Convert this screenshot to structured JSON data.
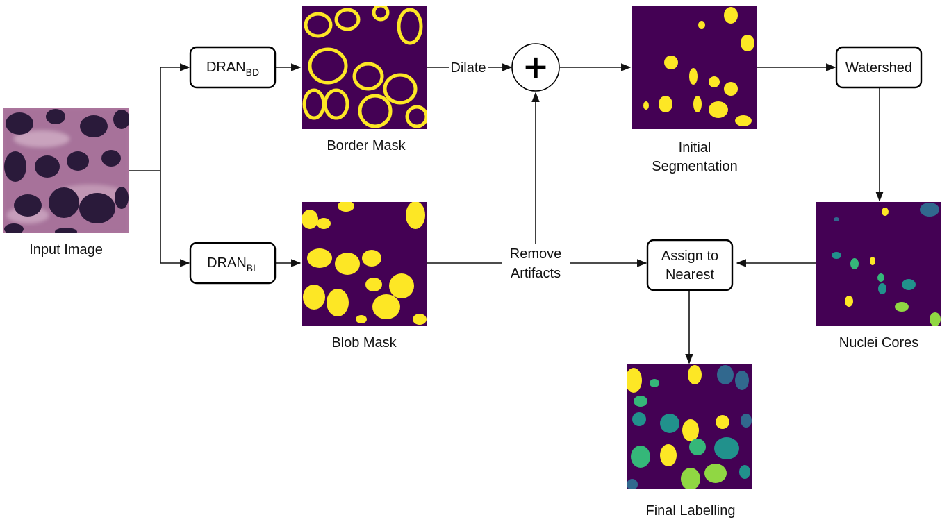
{
  "nodes": {
    "input_image": {
      "caption": "Input Image"
    },
    "dran_bd": {
      "main": "DRAN",
      "sub": "BD"
    },
    "dran_bl": {
      "main": "DRAN",
      "sub": "BL"
    },
    "border_mask": {
      "caption": "Border Mask"
    },
    "blob_mask": {
      "caption": "Blob Mask"
    },
    "plus_op": {
      "symbol": "+"
    },
    "initial_segmentation": {
      "caption_line1": "Initial",
      "caption_line2": "Segmentation"
    },
    "watershed": {
      "label": "Watershed"
    },
    "nuclei_cores": {
      "caption": "Nuclei Cores"
    },
    "assign_nearest": {
      "line1": "Assign to",
      "line2": "Nearest"
    },
    "final_labelling": {
      "caption": "Final Labelling"
    }
  },
  "edges": {
    "dilate": "Dilate",
    "remove_artifacts_line1": "Remove",
    "remove_artifacts_line2": "Artifacts"
  },
  "colors": {
    "mask_background": "#440154",
    "mask_foreground": "#fde725",
    "viridis_teal": "#21918c",
    "viridis_blue": "#31688e",
    "viridis_green": "#35b779",
    "viridis_lime": "#90d743",
    "histology_base": "#b07aa0",
    "histology_nuclei": "#2a1a3a"
  }
}
